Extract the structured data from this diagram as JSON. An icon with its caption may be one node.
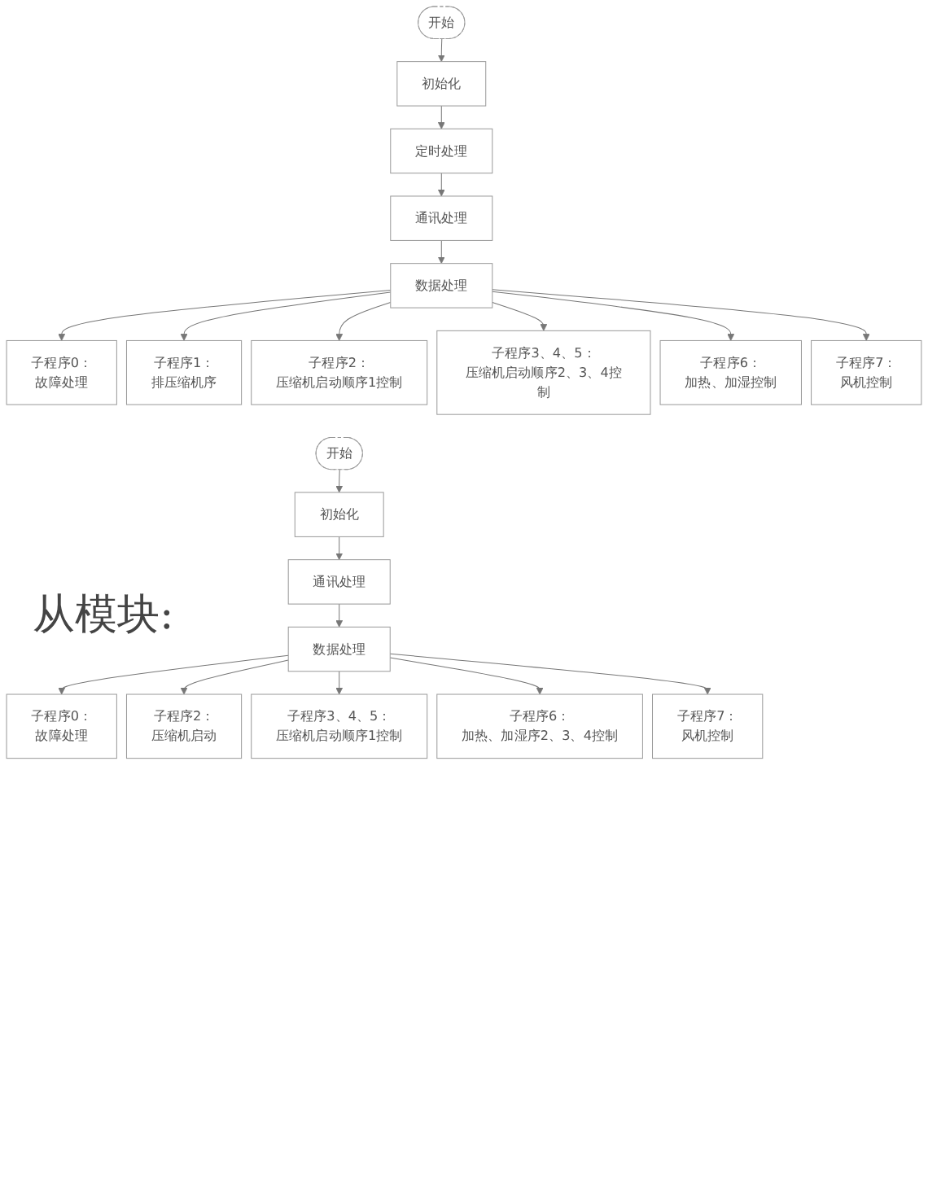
{
  "diagram": {
    "nodes": [
      {
        "text": [
          "开始"
        ]
      },
      {
        "text": [
          "初始化"
        ]
      },
      {
        "text": [
          "定时处理"
        ]
      },
      {
        "text": [
          "通讯处理"
        ]
      },
      {
        "text": [
          "数据处理"
        ]
      },
      {
        "text": [
          "子程序0：",
          "故障处理"
        ]
      },
      {
        "text": [
          "子程序1：",
          "排压缩机序"
        ]
      },
      {
        "text": [
          "子程序2：",
          "压缩机启动顺序1控制"
        ]
      },
      {
        "text": [
          "子程序3、4、5：",
          "压缩机启动顺序2、3、4控制"
        ]
      },
      {
        "text": [
          "子程序6：",
          "加热、加湿控制"
        ]
      },
      {
        "text": [
          "子程序7：",
          "风机控制"
        ]
      },
      {
        "text": [
          "开始"
        ]
      },
      {
        "text": [
          "初始化"
        ]
      },
      {
        "text": [
          "通讯处理"
        ]
      },
      {
        "text": [
          "数据处理"
        ]
      },
      {
        "text": [
          "子程序0：",
          "故障处理"
        ]
      },
      {
        "text": [
          "子程序2：",
          "压缩机启动"
        ]
      },
      {
        "text": [
          "子程序3、4、5：",
          "压缩机启动顺序1控制"
        ]
      },
      {
        "text": [
          "子程序6：",
          "加热、加湿序2、3、4控制"
        ]
      },
      {
        "text": [
          "子程序7：",
          "风机控制"
        ]
      }
    ],
    "edges": [
      {
        "from": 0,
        "to": 1,
        "arrow": "to"
      },
      {
        "from": 1,
        "to": 2,
        "arrow": "to"
      },
      {
        "from": 2,
        "to": 3,
        "arrow": "to"
      },
      {
        "from": 3,
        "to": 4,
        "arrow": "to"
      },
      {
        "from": 4,
        "to": 5,
        "arrow": "to"
      },
      {
        "from": 4,
        "to": 6,
        "arrow": "to"
      },
      {
        "from": 4,
        "to": 7,
        "arrow": "to"
      },
      {
        "from": 4,
        "to": 8,
        "arrow": "to"
      },
      {
        "from": 4,
        "to": 9,
        "arrow": "to"
      },
      {
        "from": 4,
        "to": 10,
        "arrow": "to"
      },
      {
        "from": 11,
        "to": 12,
        "arrow": "to"
      },
      {
        "from": 12,
        "to": 13,
        "arrow": "to"
      },
      {
        "from": 13,
        "to": 14,
        "arrow": "to"
      },
      {
        "from": 14,
        "to": 15,
        "arrow": "to"
      },
      {
        "from": 14,
        "to": 16,
        "arrow": "to"
      },
      {
        "from": 14,
        "to": 17,
        "arrow": "to"
      },
      {
        "from": 14,
        "to": 18,
        "arrow": "to"
      },
      {
        "from": 14,
        "to": 19,
        "arrow": "to"
      }
    ],
    "labels": [
      "从模块:"
    ]
  }
}
